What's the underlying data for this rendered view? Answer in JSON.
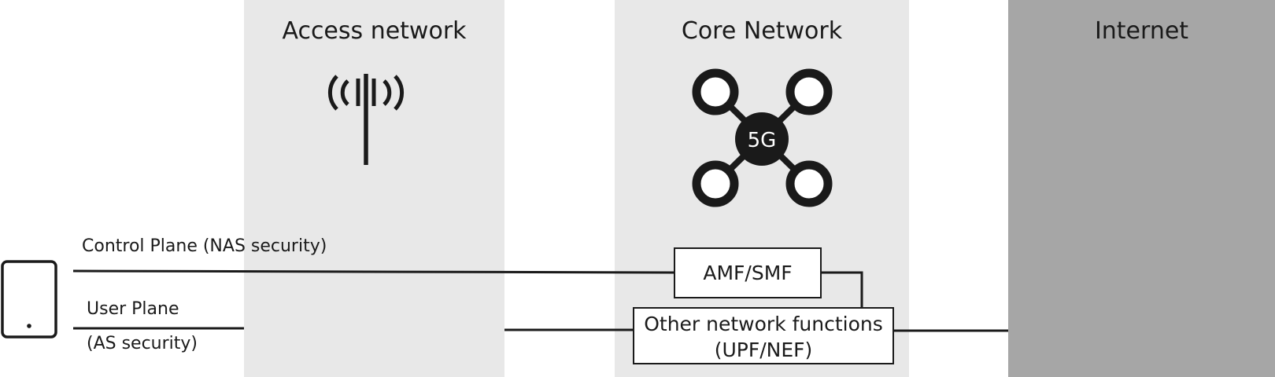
{
  "zones": {
    "access": {
      "title": "Access network"
    },
    "core": {
      "title": "Core Network"
    },
    "internet": {
      "title": "Internet"
    }
  },
  "labels": {
    "control_plane": "Control Plane (NAS security)",
    "user_plane": "User Plane",
    "as_security": "(AS security)"
  },
  "core_hub_label": "5G",
  "functions": {
    "amf_smf": "AMF/SMF",
    "other_line1": "Other network functions",
    "other_line2": "(UPF/NEF)"
  },
  "icons": {
    "device": "mobile-device-icon",
    "antenna": "radio-antenna-icon",
    "core": "5g-core-network-icon"
  },
  "colors": {
    "zone_light": "#e8e8e8",
    "zone_dark": "#a6a6a6",
    "ink": "#1a1a1a"
  }
}
